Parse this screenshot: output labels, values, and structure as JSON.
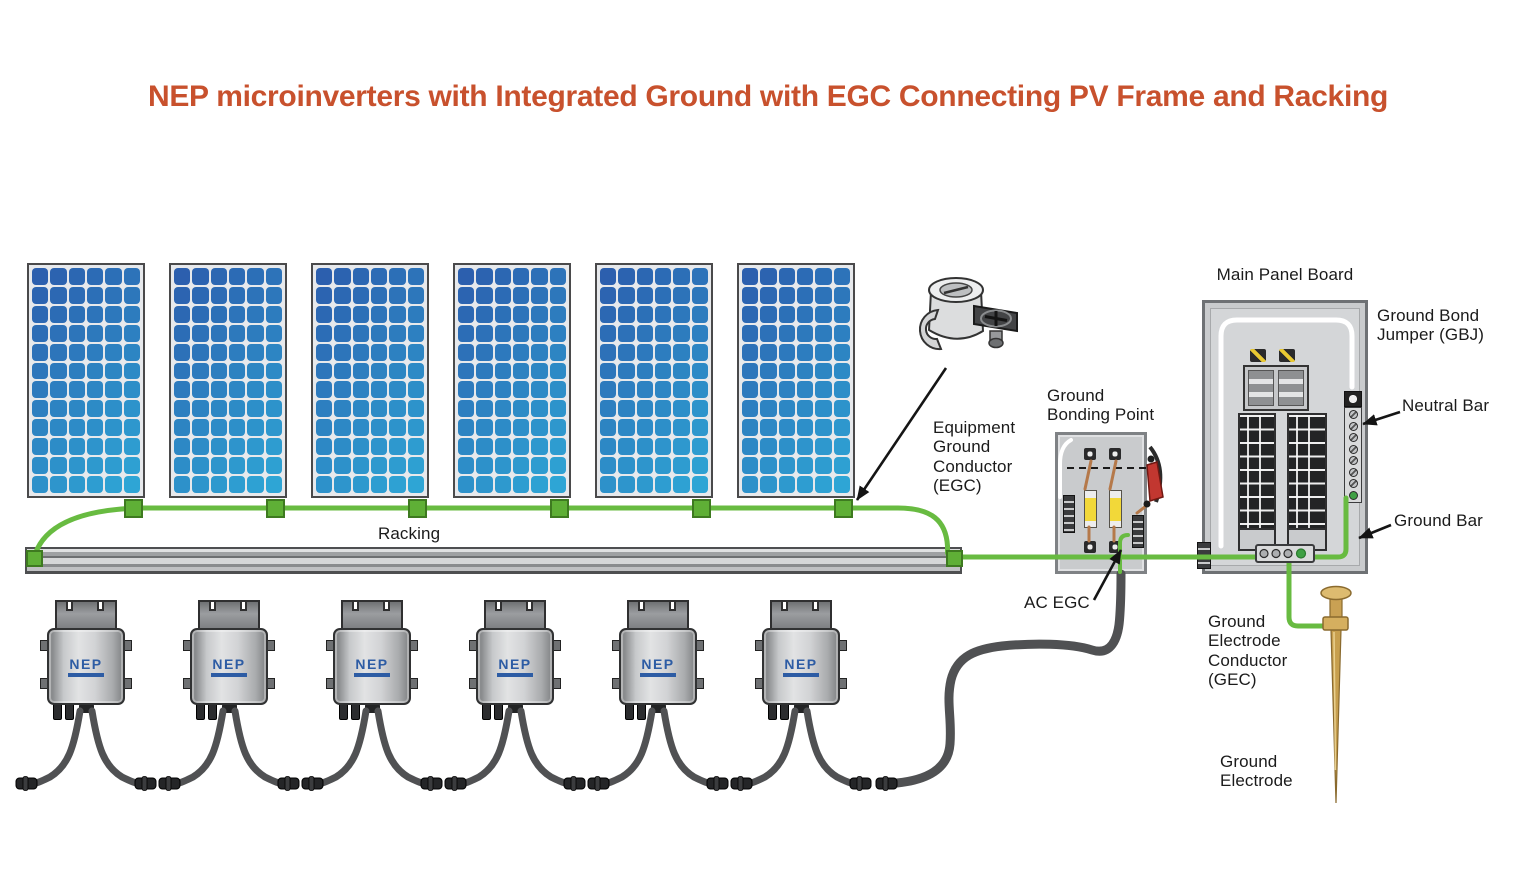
{
  "title": {
    "text": "NEP microinverters with Integrated Ground with EGC Connecting PV Frame and Racking"
  },
  "labels": {
    "racking": "Racking",
    "equipment_ground_conductor": "Equipment\nGround\nConductor\n(EGC)",
    "ground_bonding_point": "Ground\nBonding Point",
    "main_panel_board": "Main Panel Board",
    "ground_bond_jumper": "Ground Bond\nJumper (GBJ)",
    "neutral_bar": "Neutral Bar",
    "ground_bar": "Ground Bar",
    "ac_egc": "AC EGC",
    "ground_electrode_conductor": "Ground\nElectrode\nConductor\n(GEC)",
    "ground_electrode": "Ground\nElectrode"
  },
  "microinverter": {
    "brand": "NEP",
    "count": 6
  },
  "pv_array": {
    "panel_count": 6,
    "cell_rows": 12,
    "cell_cols": 6
  },
  "colors": {
    "title": "#C8512D",
    "egc_wire": "#68BB41",
    "clip_green": "#5FAF36",
    "panel_cell_top": "#2C5FAE",
    "panel_cell_bottom": "#2EA5D5",
    "nep_logo_blue": "#2D5CA4",
    "fuse_yellow": "#F2D839",
    "copper": "#B5794A",
    "handle_red": "#C23730",
    "rod_brass": "#C9A153",
    "cable_dark": "#505153",
    "gbj_white": "#FFFFFF"
  }
}
